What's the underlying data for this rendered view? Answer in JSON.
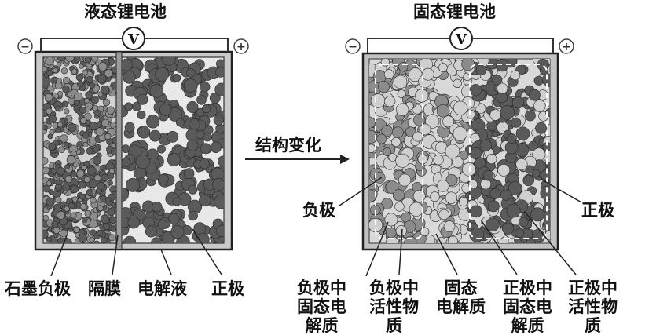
{
  "left_battery": {
    "title": "液态锂电池",
    "voltmeter": "V",
    "minus": "−",
    "plus": "+",
    "labels": {
      "anode": "石墨负极",
      "separator": "隔膜",
      "electrolyte": "电解液",
      "cathode": "正极"
    }
  },
  "arrow_label": "结构变化",
  "right_battery": {
    "title": "固态锂电池",
    "voltmeter": "V",
    "minus": "−",
    "plus": "+",
    "labels": {
      "anode": "负极",
      "cathode": "正极",
      "anode_solid_electrolyte": [
        "负极中",
        "固态电",
        "解质"
      ],
      "anode_active_material": [
        "负极中",
        "活性物",
        "质"
      ],
      "solid_electrolyte": [
        "固态",
        "电解质"
      ],
      "cathode_solid_electrolyte": [
        "正极中",
        "固态电",
        "解质"
      ],
      "cathode_active_material": [
        "正极中",
        "活性物",
        "质"
      ]
    }
  },
  "colors": {
    "particle_dark": "#5a5a5a",
    "particle_mid": "#8c8c8c",
    "particle_light": "#cfcfcf",
    "cell_fill": "#e4e4e4",
    "line": "#222222"
  }
}
